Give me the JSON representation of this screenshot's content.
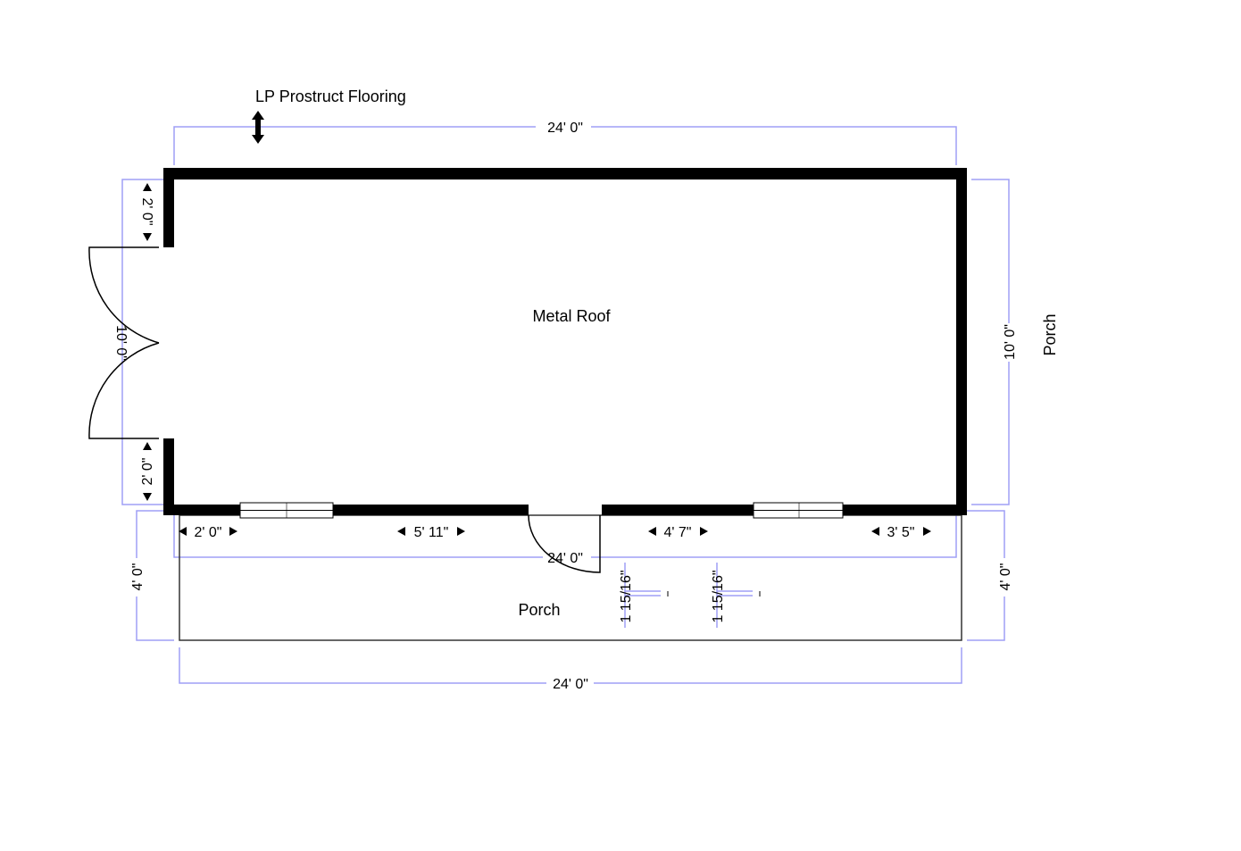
{
  "labels": {
    "flooring": "LP Prostruct Flooring",
    "main_room": "Metal Roof",
    "porch_front": "Porch",
    "porch_side": "Porch"
  },
  "dimensions": {
    "top_width": "24' 0\"",
    "left_upper": "2' 0\"",
    "left_door": "10' 0\"",
    "left_lower": "2' 0\"",
    "right_height": "10' 0\"",
    "wall_segment_1": "2' 0\"",
    "wall_segment_2": "5' 11\"",
    "wall_segment_3": "4' 7\"",
    "wall_segment_4": "3' 5\"",
    "front_wall_width": "24' 0\"",
    "porch_left_depth": "4' 0\"",
    "porch_right_depth": "4' 0\"",
    "porch_width": "24' 0\"",
    "small_1": "1 15/16\"",
    "small_2": "1 15/16\""
  },
  "colors": {
    "dimension_line": "#9f9ff5",
    "wall": "#000000"
  }
}
